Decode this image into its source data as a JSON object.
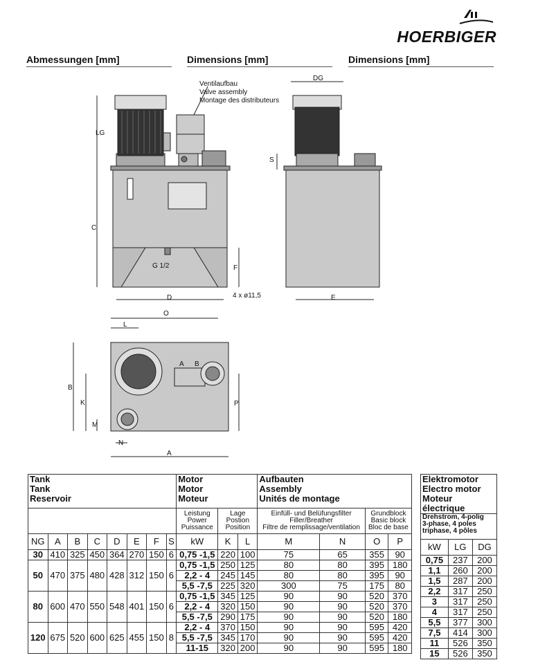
{
  "logo": {
    "brand": "HOERBIGER"
  },
  "headers": {
    "de": "Abmessungen [mm]",
    "en": "Dimensions [mm]",
    "fr": "Dimensions [mm]"
  },
  "drawing": {
    "valve_de": "Ventilaufbau",
    "valve_en": "Valve assembly",
    "valve_fr": "Montage des distributeurs",
    "thread": "G 1/2",
    "holes": "4 x ø11,5",
    "dims": {
      "LG": "LG",
      "C": "C",
      "F": "F",
      "D": "D",
      "DG": "DG",
      "S": "S",
      "E": "E",
      "O": "O",
      "L": "L",
      "B": "B",
      "K": "K",
      "M": "M",
      "N": "N",
      "A": "A",
      "P": "P",
      "pa": "A",
      "pb": "B"
    }
  },
  "table1": {
    "groups": {
      "tank": [
        "Tank",
        "Tank",
        "Reservoir"
      ],
      "motor": [
        "Motor",
        "Motor",
        "Moteur"
      ],
      "assembly": [
        "Aufbauten",
        "Assembly",
        "Unités de montage"
      ]
    },
    "sub": {
      "power": [
        "Leistung",
        "Power",
        "Puissance"
      ],
      "pos": [
        "Lage",
        "Postion",
        "Position"
      ],
      "filler": [
        "Einfüll- und Belüfungsfilter",
        "Filler/Breather",
        "Filtre de remplissage/ventilation"
      ],
      "block": [
        "Grundblock",
        "Basic block",
        "Bloc de base"
      ]
    },
    "cols": [
      "NG",
      "A",
      "B",
      "C",
      "D",
      "E",
      "F",
      "S",
      "kW",
      "K",
      "L",
      "M",
      "N",
      "O",
      "P"
    ],
    "tanks": [
      {
        "ng": "30",
        "a": "410",
        "b": "325",
        "c": "450",
        "d": "364",
        "e": "270",
        "f": "150",
        "s": "6",
        "rows": [
          {
            "kw": "0,75 -1,5",
            "k": "220",
            "l": "100",
            "m": "75",
            "n": "65",
            "o": "355",
            "p": "90"
          }
        ]
      },
      {
        "ng": "50",
        "a": "470",
        "b": "375",
        "c": "480",
        "d": "428",
        "e": "312",
        "f": "150",
        "s": "6",
        "rows": [
          {
            "kw": "0,75 -1,5",
            "k": "250",
            "l": "125",
            "m": "80",
            "n": "80",
            "o": "395",
            "p": "180"
          },
          {
            "kw": "2,2 - 4",
            "k": "245",
            "l": "145",
            "m": "80",
            "n": "80",
            "o": "395",
            "p": "90"
          },
          {
            "kw": "5,5 -7,5",
            "k": "225",
            "l": "320",
            "m": "300",
            "n": "75",
            "o": "175",
            "p": "80"
          }
        ]
      },
      {
        "ng": "80",
        "a": "600",
        "b": "470",
        "c": "550",
        "d": "548",
        "e": "401",
        "f": "150",
        "s": "6",
        "rows": [
          {
            "kw": "0,75 -1,5",
            "k": "345",
            "l": "125",
            "m": "90",
            "n": "90",
            "o": "520",
            "p": "370"
          },
          {
            "kw": "2,2 - 4",
            "k": "320",
            "l": "150",
            "m": "90",
            "n": "90",
            "o": "520",
            "p": "370"
          },
          {
            "kw": "5,5 -7,5",
            "k": "290",
            "l": "175",
            "m": "90",
            "n": "90",
            "o": "520",
            "p": "180"
          }
        ]
      },
      {
        "ng": "120",
        "a": "675",
        "b": "520",
        "c": "600",
        "d": "625",
        "e": "455",
        "f": "150",
        "s": "8",
        "rows": [
          {
            "kw": "2,2 - 4",
            "k": "370",
            "l": "150",
            "m": "90",
            "n": "90",
            "o": "595",
            "p": "420"
          },
          {
            "kw": "5,5 -7,5",
            "k": "345",
            "l": "170",
            "m": "90",
            "n": "90",
            "o": "595",
            "p": "420"
          },
          {
            "kw": "11-15",
            "k": "320",
            "l": "200",
            "m": "90",
            "n": "90",
            "o": "595",
            "p": "180"
          }
        ]
      }
    ]
  },
  "table2": {
    "title": [
      "Elektromotor",
      "Electro motor",
      "Moteur électrique"
    ],
    "desc": [
      "Drehstrom, 4-polig",
      "3-phase, 4 poles",
      "triphase, 4 pôles"
    ],
    "cols": [
      "kW",
      "LG",
      "DG"
    ],
    "rows": [
      {
        "kw": "0,75",
        "lg": "237",
        "dg": "200"
      },
      {
        "kw": "1,1",
        "lg": "260",
        "dg": "200"
      },
      {
        "kw": "1,5",
        "lg": "287",
        "dg": "200"
      },
      {
        "kw": "2,2",
        "lg": "317",
        "dg": "250"
      },
      {
        "kw": "3",
        "lg": "317",
        "dg": "250"
      },
      {
        "kw": "4",
        "lg": "317",
        "dg": "250"
      },
      {
        "kw": "5,5",
        "lg": "377",
        "dg": "300"
      },
      {
        "kw": "7,5",
        "lg": "414",
        "dg": "300"
      },
      {
        "kw": "11",
        "lg": "526",
        "dg": "350"
      },
      {
        "kw": "15",
        "lg": "526",
        "dg": "350"
      }
    ]
  }
}
